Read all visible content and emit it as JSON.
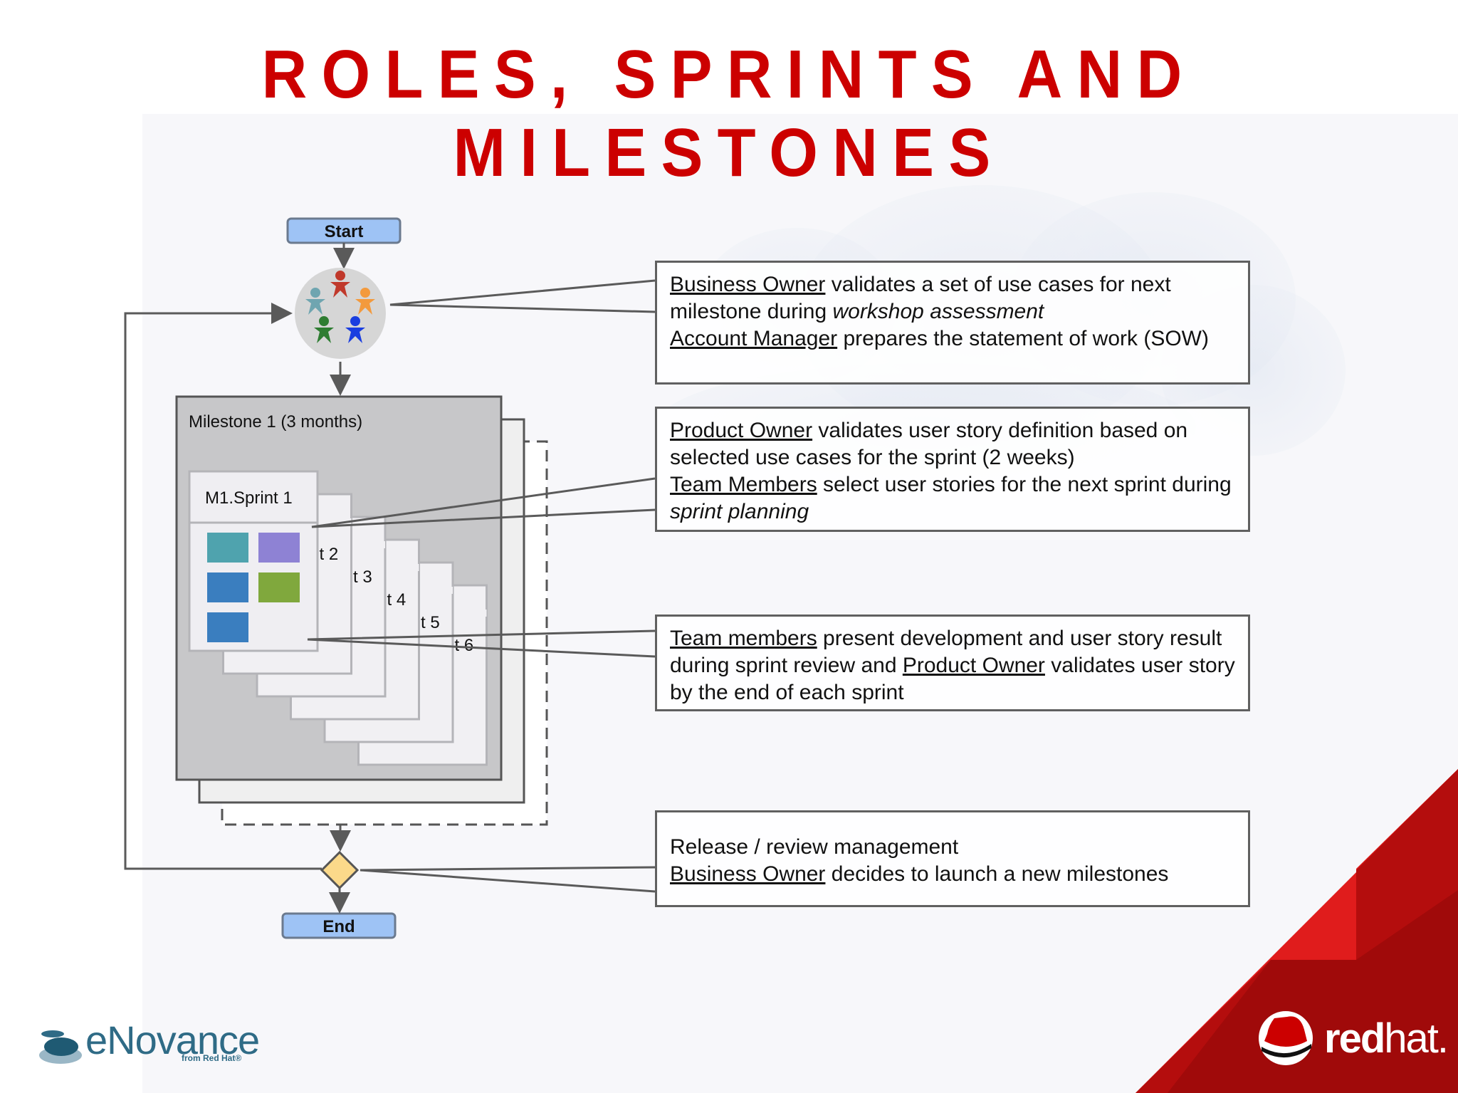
{
  "slide": {
    "title": "ROLES, SPRINTS AND MILESTONES"
  },
  "flow": {
    "start_label": "Start",
    "end_label": "End",
    "milestone_label": "Milestone 1 (3 months)",
    "sprint_label": "M1.Sprint 1",
    "sprint_tabs": [
      "t 2",
      "t 3",
      "t 4",
      "t 5",
      "t 6"
    ],
    "tile_colors": [
      "#4fa3ae",
      "#8e82d4",
      "#3a7ebf",
      "#80a83d",
      "#3a7ebf"
    ],
    "actor_colors": [
      "#c0392b",
      "#6fa5b0",
      "#f39a3d",
      "#2e7d32",
      "#1a3ee0"
    ]
  },
  "notes": {
    "note1": {
      "role1": "Business Owner",
      "text1": " validates a set of use cases for next milestone during ",
      "italic1": "workshop assessment",
      "role2": "Account Manager",
      "text2": " prepares the statement of work (SOW)"
    },
    "note2": {
      "role1": "Product Owner",
      "text1": " validates user story definition based on selected use cases for the sprint (2 weeks)",
      "role2": "Team Members",
      "text2": " select user stories for the next sprint during ",
      "italic2": "sprint planning"
    },
    "note3": {
      "role1": "Team members",
      "text1": " present development and user story result during sprint review and ",
      "role2": "Product Owner",
      "text2": " validates user story by the end of each sprint"
    },
    "note4": {
      "line1": "Release / review management",
      "role1": "Business Owner",
      "text1": " decides to launch a new milestones"
    }
  },
  "branding": {
    "enovance_name": "eNovance",
    "enovance_sub": "from Red Hat®",
    "redhat_bold": "red",
    "redhat_light": "hat.",
    "brand_red": "#cc0000"
  }
}
